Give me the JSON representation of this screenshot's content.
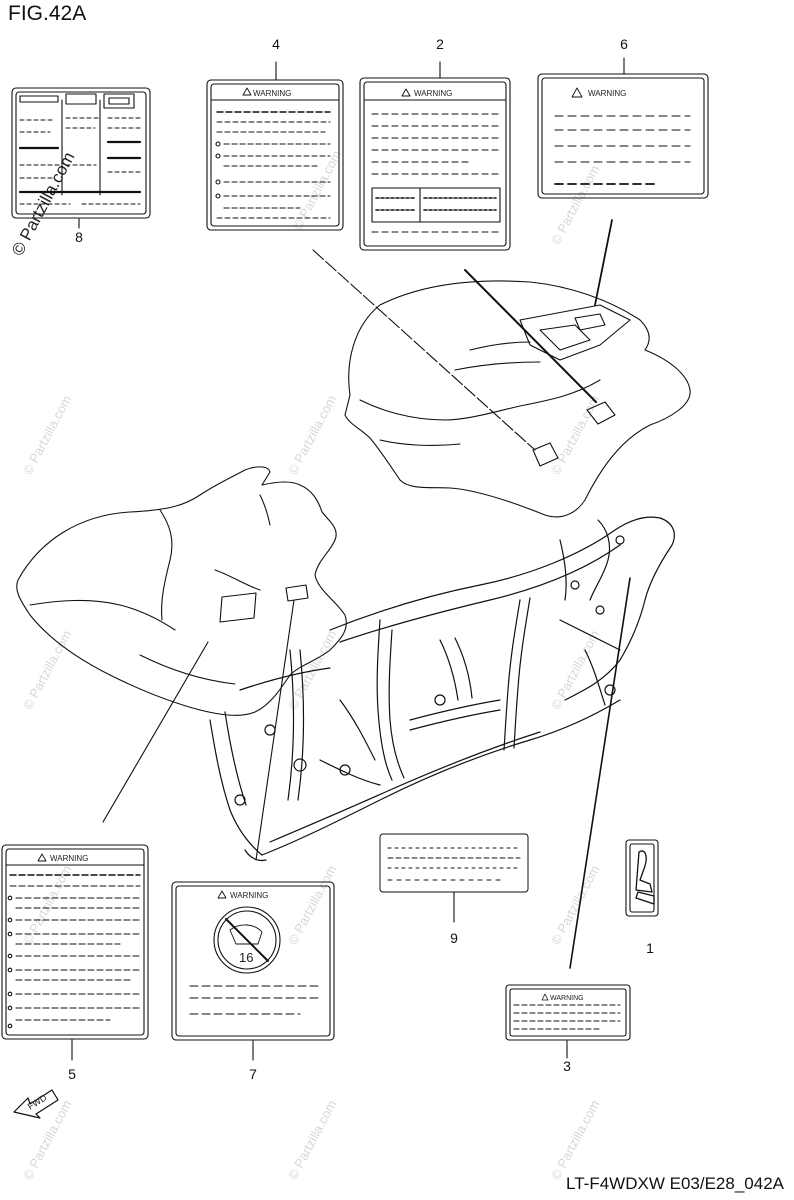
{
  "figure": {
    "title": "FIG.42A",
    "code": "LT-F4WDXW E03/E28_042A"
  },
  "callouts": {
    "c1": "1",
    "c2": "2",
    "c3": "3",
    "c4": "4",
    "c5": "5",
    "c6": "6",
    "c7": "7",
    "c8": "8",
    "c9": "9"
  },
  "label_texts": {
    "warning": "WARNING",
    "warning_3": "WARNING",
    "age": "16",
    "fwd": "FWD"
  },
  "watermark": {
    "text": "© Partzilla.com"
  }
}
